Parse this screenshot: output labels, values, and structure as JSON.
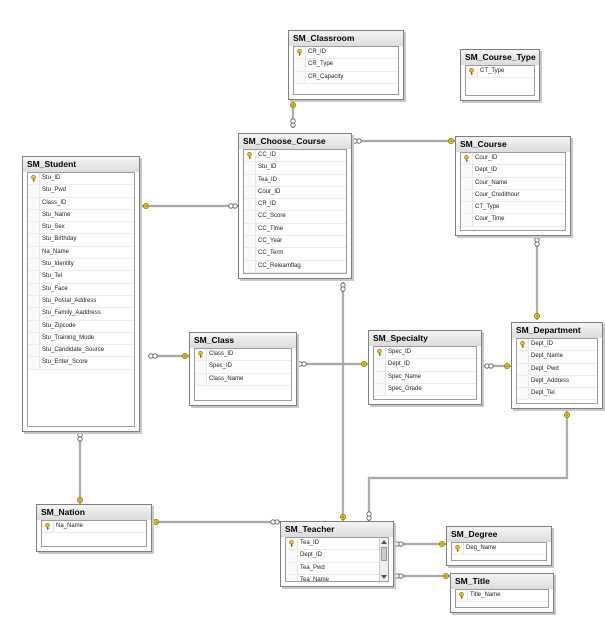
{
  "tables": [
    {
      "id": "classroom",
      "title": "SM_Classroom",
      "fields": [
        {
          "name": "CR_ID",
          "key": true
        },
        {
          "name": "CR_Type",
          "key": false
        },
        {
          "name": "CR_Capacity",
          "key": false
        }
      ]
    },
    {
      "id": "course_type",
      "title": "SM_Course_Type",
      "fields": [
        {
          "name": "CT_Type",
          "key": true
        }
      ]
    },
    {
      "id": "choose_course",
      "title": "SM_Choose_Course",
      "fields": [
        {
          "name": "CC_ID",
          "key": true
        },
        {
          "name": "Stu_ID",
          "key": false
        },
        {
          "name": "Tea_ID",
          "key": false
        },
        {
          "name": "Cour_ID",
          "key": false
        },
        {
          "name": "CR_ID",
          "key": false
        },
        {
          "name": "CC_Score",
          "key": false
        },
        {
          "name": "CC_Time",
          "key": false
        },
        {
          "name": "CC_Year",
          "key": false
        },
        {
          "name": "CC_Term",
          "key": false
        },
        {
          "name": "CC_Relearnflag",
          "key": false
        }
      ]
    },
    {
      "id": "course",
      "title": "SM_Course",
      "fields": [
        {
          "name": "Cour_ID",
          "key": true
        },
        {
          "name": "Dept_ID",
          "key": false
        },
        {
          "name": "Cour_Name",
          "key": false
        },
        {
          "name": "Cour_Credithour",
          "key": false
        },
        {
          "name": "CT_Type",
          "key": false
        },
        {
          "name": "Cour_Time",
          "key": false
        }
      ]
    },
    {
      "id": "student",
      "title": "SM_Student",
      "fields": [
        {
          "name": "Stu_ID",
          "key": true
        },
        {
          "name": "Stu_Pwd",
          "key": false
        },
        {
          "name": "Class_ID",
          "key": false
        },
        {
          "name": "Stu_Name",
          "key": false
        },
        {
          "name": "Stu_Sex",
          "key": false
        },
        {
          "name": "Stu_Birthday",
          "key": false
        },
        {
          "name": "Na_Name",
          "key": false
        },
        {
          "name": "Stu_Identity",
          "key": false
        },
        {
          "name": "Stu_Tel",
          "key": false
        },
        {
          "name": "Stu_Face",
          "key": false
        },
        {
          "name": "Stu_Postal_Address",
          "key": false
        },
        {
          "name": "Stu_Family_Aaddress",
          "key": false
        },
        {
          "name": "Stu_Zipcode",
          "key": false
        },
        {
          "name": "Stu_Training_Mode",
          "key": false
        },
        {
          "name": "Stu_Candidate_Source",
          "key": false
        },
        {
          "name": "Stu_Enter_Score",
          "key": false
        }
      ]
    },
    {
      "id": "class",
      "title": "SM_Class",
      "fields": [
        {
          "name": "Class_ID",
          "key": true
        },
        {
          "name": "Spec_ID",
          "key": false
        },
        {
          "name": "Class_Name",
          "key": false
        }
      ]
    },
    {
      "id": "specialty",
      "title": "SM_Specialty",
      "fields": [
        {
          "name": "Spec_ID",
          "key": true
        },
        {
          "name": "Dept_ID",
          "key": false
        },
        {
          "name": "Spec_Name",
          "key": false
        },
        {
          "name": "Spec_Grade",
          "key": false
        }
      ]
    },
    {
      "id": "department",
      "title": "SM_Department",
      "fields": [
        {
          "name": "Dept_ID",
          "key": true
        },
        {
          "name": "Dept_Name",
          "key": false
        },
        {
          "name": "Dept_Pwd",
          "key": false
        },
        {
          "name": "Dept_Address",
          "key": false
        },
        {
          "name": "Dept_Tel",
          "key": false
        }
      ]
    },
    {
      "id": "nation",
      "title": "SM_Nation",
      "fields": [
        {
          "name": "Na_Name",
          "key": true
        }
      ]
    },
    {
      "id": "teacher",
      "title": "SM_Teacher",
      "fields": [
        {
          "name": "Tea_ID",
          "key": true
        },
        {
          "name": "Dept_ID",
          "key": false
        },
        {
          "name": "Tea_Pwd",
          "key": false
        },
        {
          "name": "Tea_Name",
          "key": false
        }
      ],
      "scrollbar": true
    },
    {
      "id": "degree",
      "title": "SM_Degree",
      "fields": [
        {
          "name": "Deg_Name",
          "key": true
        }
      ]
    },
    {
      "id": "title",
      "title": "SM_Title",
      "fields": [
        {
          "name": "Title_Name",
          "key": true
        }
      ]
    }
  ],
  "relationships": [
    {
      "from": "choose_course",
      "to": "classroom"
    },
    {
      "from": "choose_course",
      "to": "course"
    },
    {
      "from": "choose_course",
      "to": "student"
    },
    {
      "from": "choose_course",
      "to": "teacher"
    },
    {
      "from": "course",
      "to": "department"
    },
    {
      "from": "student",
      "to": "class"
    },
    {
      "from": "class",
      "to": "specialty"
    },
    {
      "from": "specialty",
      "to": "department"
    },
    {
      "from": "student",
      "to": "nation"
    },
    {
      "from": "teacher",
      "to": "nation"
    },
    {
      "from": "teacher",
      "to": "department"
    },
    {
      "from": "teacher",
      "to": "degree"
    },
    {
      "from": "teacher",
      "to": "title"
    }
  ],
  "colors": {
    "line": "#8c8c8c",
    "key": "#e6c319",
    "border": "#7f7f7f"
  }
}
